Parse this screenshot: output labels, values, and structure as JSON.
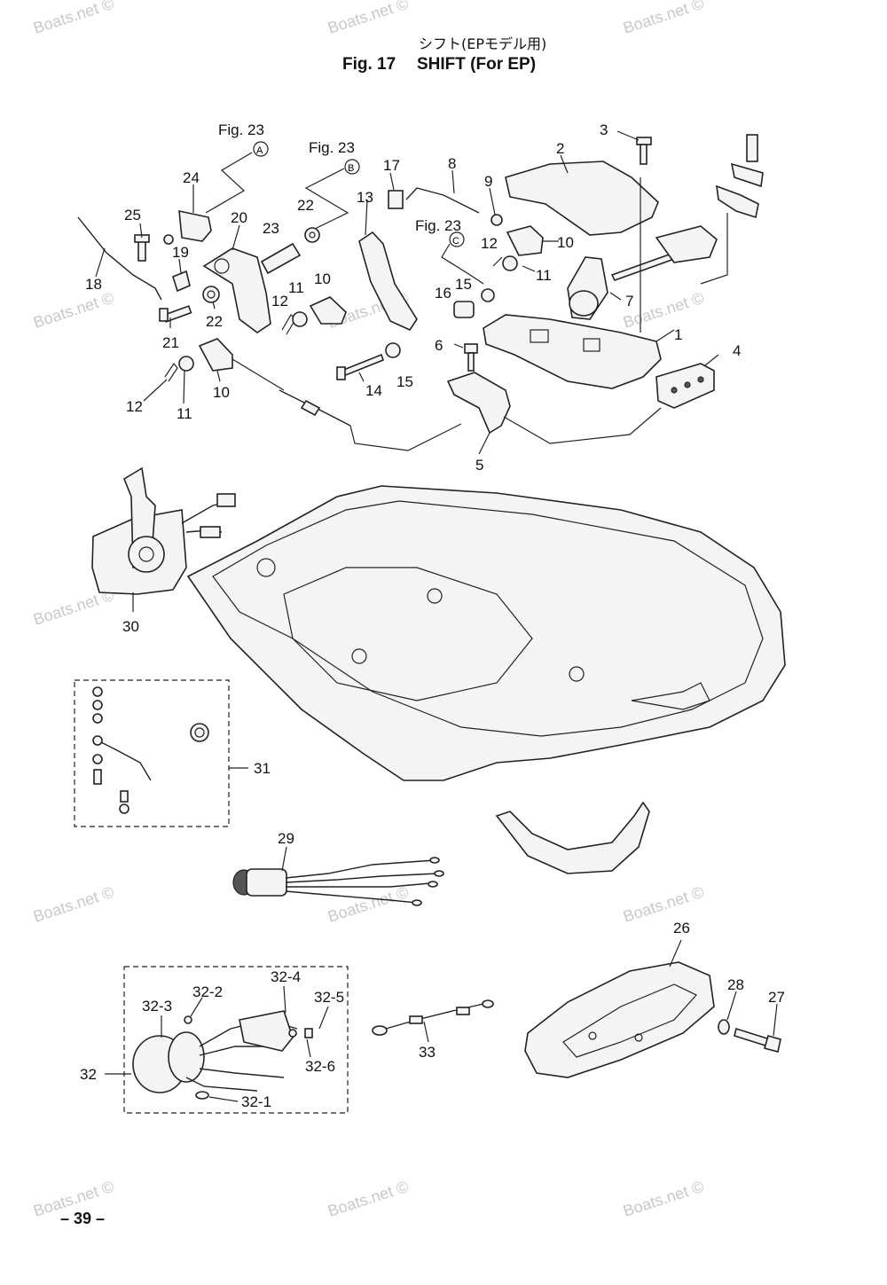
{
  "header": {
    "title_jp": "シフト(EPモデル用)",
    "fig_label": "Fig. 17",
    "title_en": "SHIFT (For EP)"
  },
  "references": [
    {
      "fig": "Fig. 23",
      "mark": "A"
    },
    {
      "fig": "Fig. 23",
      "mark": "B"
    },
    {
      "fig": "Fig. 23",
      "mark": "C"
    }
  ],
  "callouts": {
    "c1": "1",
    "c2": "2",
    "c3": "3",
    "c4": "4",
    "c5": "5",
    "c6": "6",
    "c7": "7",
    "c8": "8",
    "c9": "9",
    "c10a": "10",
    "c10b": "10",
    "c10c": "10",
    "c11a": "11",
    "c11b": "11",
    "c11c": "11",
    "c12a": "12",
    "c12b": "12",
    "c12c": "12",
    "c13": "13",
    "c14": "14",
    "c15a": "15",
    "c15b": "15",
    "c16": "16",
    "c17": "17",
    "c18": "18",
    "c19": "19",
    "c20": "20",
    "c21": "21",
    "c22a": "22",
    "c22b": "22",
    "c23": "23",
    "c24": "24",
    "c25": "25",
    "c26": "26",
    "c27": "27",
    "c28": "28",
    "c29": "29",
    "c30": "30",
    "c31": "31",
    "c32": "32",
    "c32_1": "32-1",
    "c32_2": "32-2",
    "c32_3": "32-3",
    "c32_4": "32-4",
    "c32_5": "32-5",
    "c32_6": "32-6",
    "c33": "33"
  },
  "watermark": "Boats.net ©",
  "page_number": "– 39 –"
}
